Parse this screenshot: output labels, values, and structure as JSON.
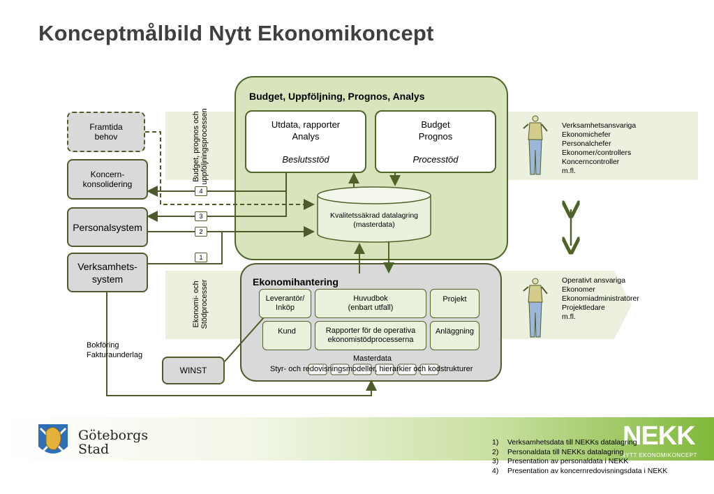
{
  "title": "Konceptmålbild Nytt Ekonomikoncept",
  "budget_area": {
    "title": "Budget, Uppföljning, Prognos, Analys",
    "box_left": {
      "line1": "Utdata, rapporter",
      "line2": "Analys",
      "sub": "Beslutsstöd"
    },
    "box_right": {
      "line1": "Budget",
      "line2": "Prognos",
      "sub": "Processtöd"
    },
    "storage": {
      "line1": "Kvalitetssäkrad datalagring",
      "line2": "(masterdata)"
    }
  },
  "process_labels": {
    "top_line1": "Budget, prognos och",
    "top_line2": "uppföljningsprocessen",
    "bottom_line1": "Ekonomi- och",
    "bottom_line2": "Stödprocesser"
  },
  "systems": {
    "framtida": {
      "line1": "Framtida",
      "line2": "behov"
    },
    "koncern": {
      "line1": "Koncern-",
      "line2": "konsolidering"
    },
    "personal": "Personalsystem",
    "verksamhet": {
      "line1": "Verksamhets-",
      "line2": "system"
    },
    "winst": "WINST"
  },
  "bokforing": {
    "line1": "Bokföring",
    "line2": "Fakturaunderlag"
  },
  "badges": [
    "4",
    "3",
    "2",
    "1"
  ],
  "ekonomi": {
    "title": "Ekonomihantering",
    "cells": {
      "leverantor": {
        "line1": "Leverantör/",
        "line2": "Inköp"
      },
      "huvudbok": {
        "line1": "Huvudbok",
        "line2": "(enbart utfall)"
      },
      "projekt": "Projekt",
      "kund": "Kund",
      "rapporter": {
        "line1": "Rapporter för de operativa",
        "line2": "ekonomistödprocesserna"
      },
      "anlaggning": "Anläggning"
    },
    "masterdata": "Masterdata",
    "styr": "Styr- och redovisningsmodeller, hierarkier och kodstrukturer"
  },
  "persons_top": [
    "Verksamhetsansvariga",
    "Ekonomichefer",
    "Personalchefer",
    "Ekonomer/controllers",
    "Koncerncontroller",
    "m.fl."
  ],
  "persons_bottom": [
    "Operativt ansvariga",
    "Ekonomer",
    "Ekonomiadministratörer",
    "Projektledare",
    "m.fl."
  ],
  "legend": [
    {
      "n": "1)",
      "text": "Verksamhetsdata till NEKKs datalagring"
    },
    {
      "n": "2)",
      "text": "Personaldata till NEKKs datalagring"
    },
    {
      "n": "3)",
      "text": "Presentation av personaldata i NEKK"
    },
    {
      "n": "4)",
      "text": "Presentation av koncernredovisningsdata i NEKK"
    }
  ],
  "org_logo": {
    "line1": "Göteborgs",
    "line2": "Stad"
  },
  "nekk_logo": {
    "name": "NEKK",
    "sub": "NYTT EKONOMIKONCEPT"
  },
  "colors": {
    "green_fill": "#d7e4bc",
    "green_border": "#4f6228",
    "band": "#ebf1de",
    "grey_fill": "#d9d9d9",
    "bar_green": "#8dbf3f"
  }
}
